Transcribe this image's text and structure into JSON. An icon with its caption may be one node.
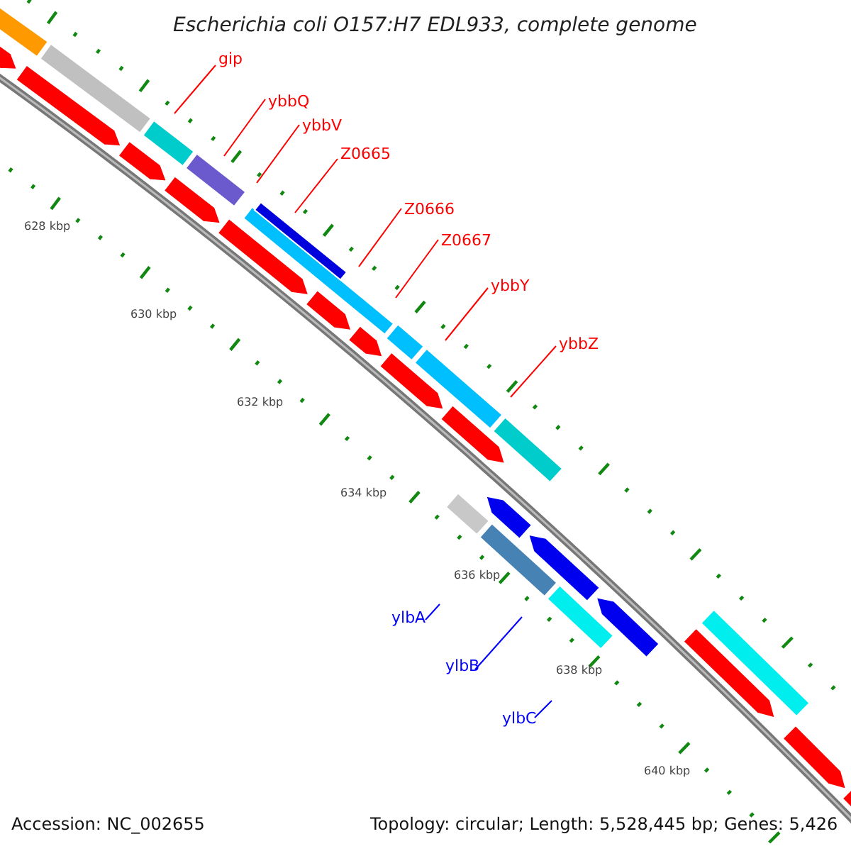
{
  "diagram": {
    "title": "Escherichia coli O157:H7 EDL933, complete genome",
    "nodes": [
      {
        "text": [
          "gip"
        ]
      },
      {
        "text": [
          "ybbQ"
        ]
      },
      {
        "text": [
          "ybbV"
        ]
      },
      {
        "text": [
          "Z0665"
        ]
      },
      {
        "text": [
          "Z0666"
        ]
      },
      {
        "text": [
          "Z0667"
        ]
      },
      {
        "text": [
          "ybbY"
        ]
      },
      {
        "text": [
          "ybbZ"
        ]
      },
      {
        "text": [
          "ylbA"
        ]
      },
      {
        "text": [
          "ylbB"
        ]
      },
      {
        "text": [
          "ylbC"
        ]
      }
    ],
    "edges": [
      {
        "from": 0,
        "to": null,
        "arrow": "none"
      },
      {
        "from": 1,
        "to": null,
        "arrow": "none"
      },
      {
        "from": 2,
        "to": null,
        "arrow": "none"
      },
      {
        "from": 3,
        "to": null,
        "arrow": "none"
      },
      {
        "from": 4,
        "to": null,
        "arrow": "none"
      },
      {
        "from": 5,
        "to": null,
        "arrow": "none"
      },
      {
        "from": 6,
        "to": null,
        "arrow": "none"
      },
      {
        "from": 7,
        "to": null,
        "arrow": "none"
      },
      {
        "from": 8,
        "to": null,
        "arrow": "none",
        "color": "#0000ff"
      },
      {
        "from": 9,
        "to": null,
        "arrow": "none",
        "color": "#0000ff"
      },
      {
        "from": 10,
        "to": null,
        "arrow": "none",
        "color": "#0000ff"
      }
    ],
    "labels": [
      "628 kbp",
      "630 kbp",
      "632 kbp",
      "634 kbp",
      "636 kbp",
      "638 kbp",
      "640 kbp",
      "Accession: NC_002655",
      "Topology: circular; Length: 5,528,445 bp; Genes: 5,426"
    ]
  }
}
